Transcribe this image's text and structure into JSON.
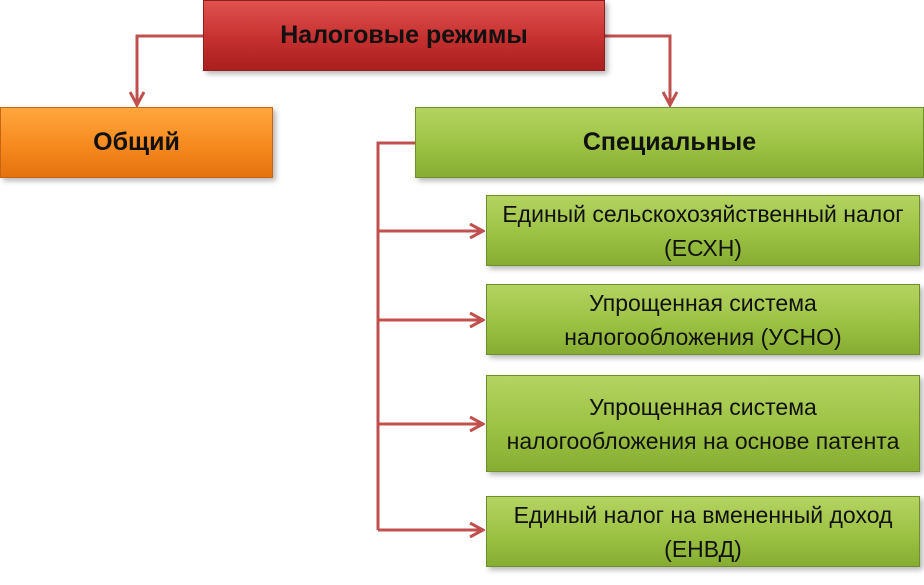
{
  "diagram": {
    "root": "Налоговые режимы",
    "general": "Общий",
    "special": "Специальные",
    "regimes": [
      {
        "label": "Единый сельскохозяйственный налог (ЕСХН)"
      },
      {
        "label": "Упрощенная система налогообложения (УСНО)"
      },
      {
        "label": "Упрощенная система налогообложения на основе патента"
      },
      {
        "label": "Единый налог на вмененный доход (ЕНВД)"
      }
    ],
    "colors": {
      "root_fill": "#c5302f",
      "general_fill": "#f68a1f",
      "special_fill": "#9cc244",
      "connector": "#c0504d"
    }
  }
}
